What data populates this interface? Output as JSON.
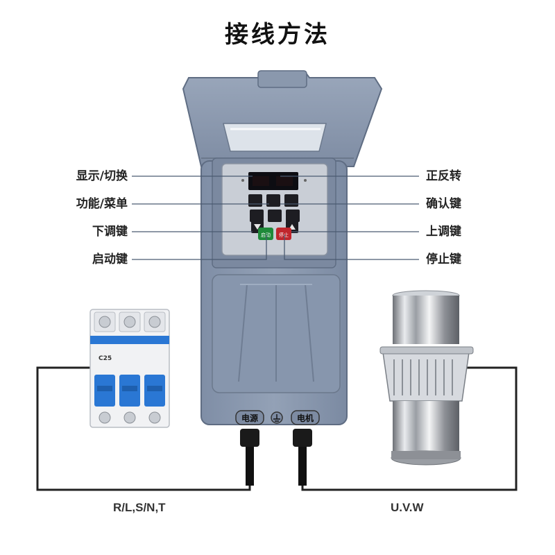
{
  "title": "接线方法",
  "callouts_left": [
    "显示/切换",
    "功能/菜单",
    "下调键",
    "启动键"
  ],
  "callouts_right": [
    "正反转",
    "确认键",
    "上调键",
    "停止键"
  ],
  "bottom_labels": {
    "power": "R/L,S/N,T",
    "motor": "U.V.W"
  },
  "box_labels": {
    "power": "电源",
    "motor": "电机"
  },
  "breaker_rating": "C25",
  "control_buttons": {
    "start": "启动",
    "stop": "停止"
  },
  "colors": {
    "enclosure": "#8c9bb3",
    "panel": "#c9ced6",
    "breaker_blue": "#2a77d4",
    "display": "#0d0d12",
    "start_button": "#1f8a3a",
    "stop_button": "#c0262d",
    "leader_line": "#4a5a70",
    "wire": "#222222"
  }
}
